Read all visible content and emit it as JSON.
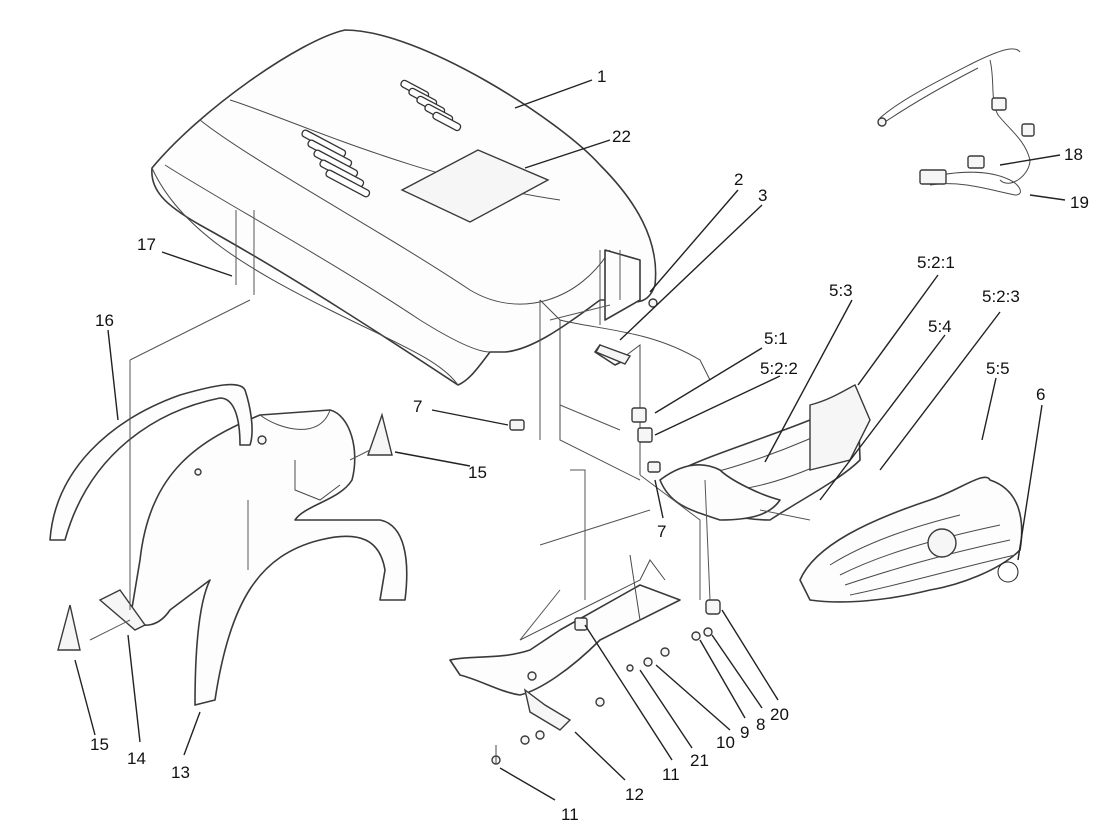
{
  "diagram": {
    "callouts": [
      {
        "id": "c1",
        "text": "1"
      },
      {
        "id": "c22",
        "text": "22"
      },
      {
        "id": "c2",
        "text": "2"
      },
      {
        "id": "c3",
        "text": "3"
      },
      {
        "id": "c17",
        "text": "17"
      },
      {
        "id": "c16",
        "text": "16"
      },
      {
        "id": "c7a",
        "text": "7"
      },
      {
        "id": "c15a",
        "text": "15"
      },
      {
        "id": "c15b",
        "text": "15"
      },
      {
        "id": "c14",
        "text": "14"
      },
      {
        "id": "c13",
        "text": "13"
      },
      {
        "id": "c51",
        "text": "5:1"
      },
      {
        "id": "c522",
        "text": "5:2:2"
      },
      {
        "id": "c53",
        "text": "5:3"
      },
      {
        "id": "c521",
        "text": "5:2:1"
      },
      {
        "id": "c54",
        "text": "5:4"
      },
      {
        "id": "c523",
        "text": "5:2:3"
      },
      {
        "id": "c55",
        "text": "5:5"
      },
      {
        "id": "c6",
        "text": "6"
      },
      {
        "id": "c7b",
        "text": "7"
      },
      {
        "id": "c18",
        "text": "18"
      },
      {
        "id": "c19",
        "text": "19"
      },
      {
        "id": "c11a",
        "text": "11"
      },
      {
        "id": "c11b",
        "text": "11"
      },
      {
        "id": "c12",
        "text": "12"
      },
      {
        "id": "c21",
        "text": "21"
      },
      {
        "id": "c10",
        "text": "10"
      },
      {
        "id": "c9",
        "text": "9"
      },
      {
        "id": "c8",
        "text": "8"
      },
      {
        "id": "c20",
        "text": "20"
      }
    ]
  }
}
